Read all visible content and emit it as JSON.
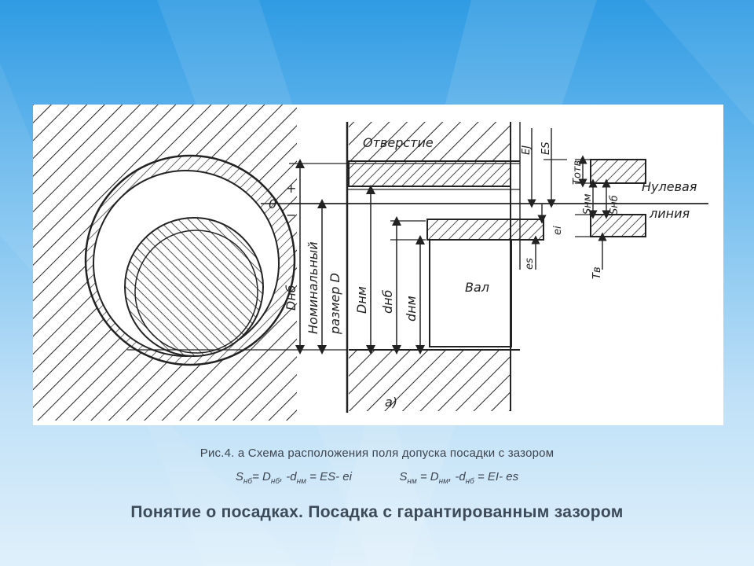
{
  "colors": {
    "background_top": "#2f9be3",
    "background_bottom": "#dff0fb",
    "ink": "#222222",
    "text": "#3d4550"
  },
  "figure": {
    "labels": {
      "hole": "Отверстие",
      "shaft": "Вал",
      "zero_line_a": "Нулевая",
      "zero_line_b": "линия",
      "zero": "0",
      "plus": "+",
      "minus": "−",
      "ES_hole": "EJ",
      "ES": "ES",
      "T_hole": "Tотв",
      "S_min": "Sнм",
      "S_max": "Sнб",
      "ei": "ei",
      "es": "es",
      "T_shaft": "Tв",
      "D_max": "Dнб",
      "nominal_a": "Номинальный",
      "nominal_b": "размер D",
      "D_min": "Dнм",
      "d_max": "dнб",
      "d_min": "dнм",
      "subfig": "а)"
    }
  },
  "caption": {
    "line1": "Рис.4. а Схема расположения поля допуска  посадки с зазором",
    "formula1": {
      "S": "S",
      "S_sub": "нб",
      "eq1": "= D",
      "D_sub": "нб",
      "mid": ", -d",
      "d_sub": "нм",
      "tail": " = ES- ei"
    },
    "formula2": {
      "S": "S",
      "S_sub": "нм",
      "eq1": " = D",
      "D_sub": "нм",
      "mid": ", -d",
      "d_sub": "нб",
      "tail": " = EI- es"
    }
  },
  "slide_title": "Понятие  о посадках. Посадка с гарантированным зазором"
}
